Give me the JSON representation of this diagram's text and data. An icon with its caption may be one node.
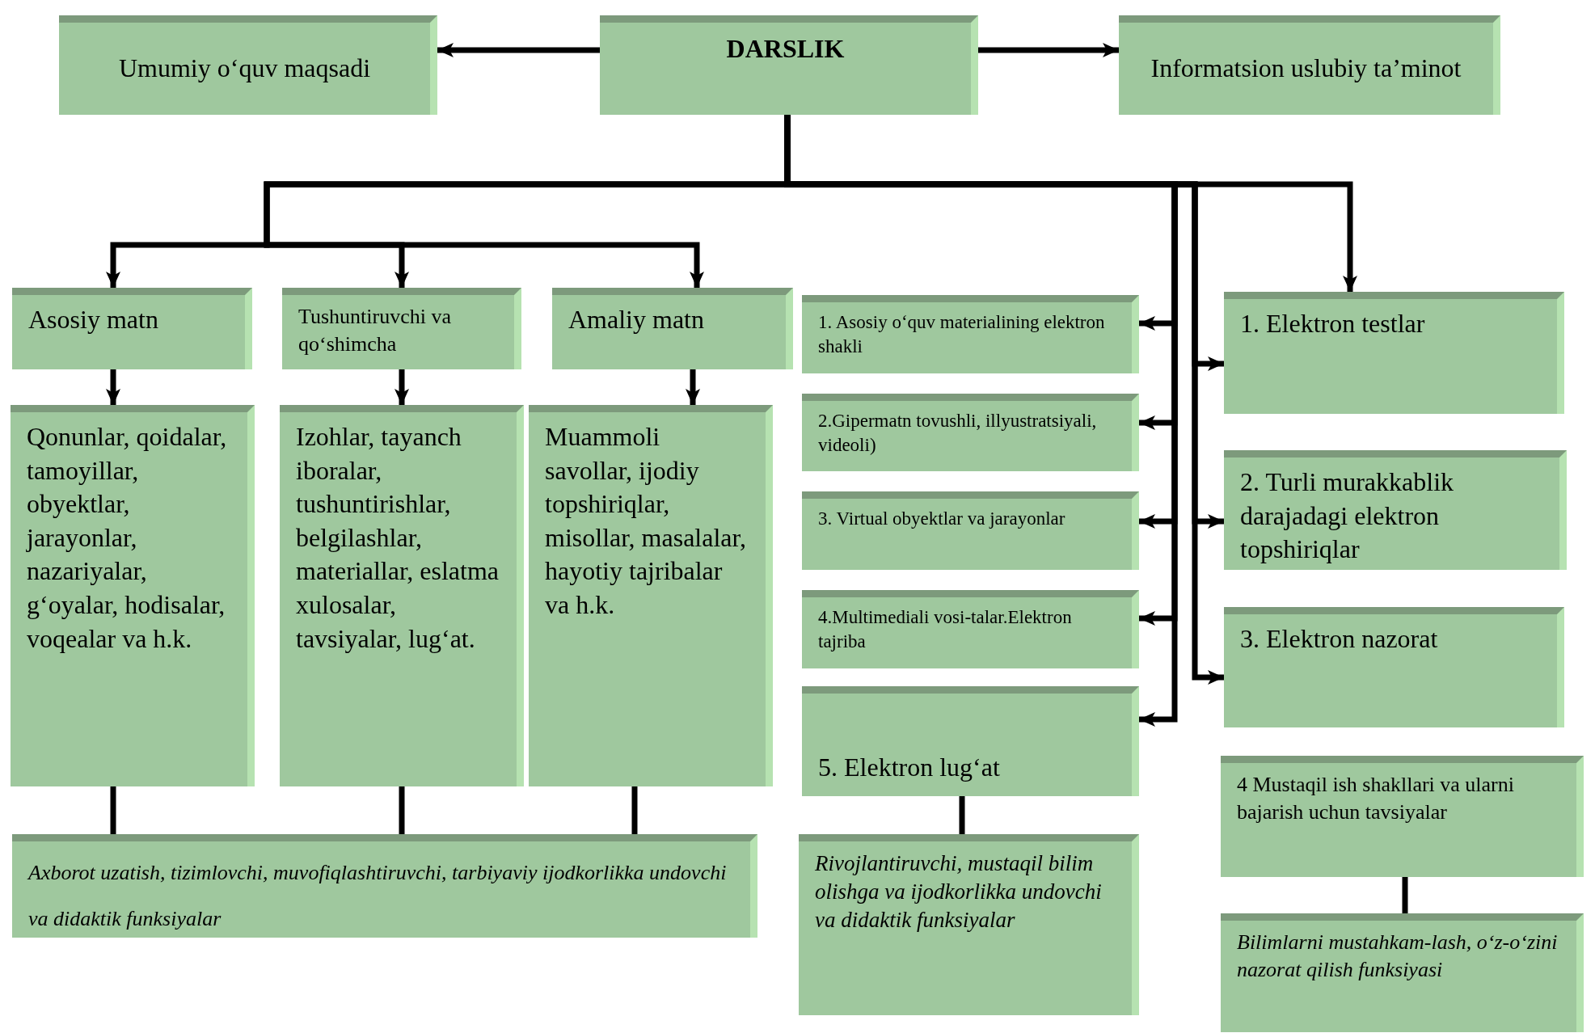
{
  "diagram": {
    "nodes": [
      {
        "text": [
          "Umumiy o‘quv maqsadi"
        ]
      },
      {
        "text": [
          "DARSLIK"
        ]
      },
      {
        "text": [
          "Informatsion  uslubiy ta’minot"
        ]
      },
      {
        "text": [
          "Asosiy matn"
        ]
      },
      {
        "text": [
          "Tushuntiruvchi va qo‘shimcha"
        ]
      },
      {
        "text": [
          "Amaliy matn"
        ]
      },
      {
        "text": [
          "Qonunlar, qoidalar, tamoyillar, obyektlar, jarayonlar, nazariyalar, g‘oyalar, hodisalar, voqealar va h.k."
        ]
      },
      {
        "text": [
          "Izohlar, tayanch iboralar, tushuntirishlar, belgilashlar, materiallar, eslatma xulosalar, tavsiyalar, lug‘at."
        ]
      },
      {
        "text": [
          "Muammoli savollar, ijodiy topshiriqlar, misollar, masalalar, hayotiy tajribalar va h.k."
        ]
      },
      {
        "text": [
          "Axborot uzatish, tizimlovchi, muvofiqlashtiruvchi, tarbiyaviy ijodkorlikka undovchi va didaktik funksiyalar"
        ]
      },
      {
        "text": [
          "1. Asosiy o‘quv materialining elektron shakli"
        ]
      },
      {
        "text": [
          "2.Gipermatn tovushli, illyustratsiyali,  videoli)"
        ]
      },
      {
        "text": [
          "3. Virtual obyektlar va jarayonlar"
        ]
      },
      {
        "text": [
          "4.Multimediali vosi-talar.Elektron tajriba"
        ]
      },
      {
        "text": [
          "5. Elektron lug‘at"
        ]
      },
      {
        "text": [
          "Rivojlantiruvchi, mustaqil bilim olishga va ijodkorlikka undovchi va didaktik funksiyalar"
        ]
      },
      {
        "text": [
          "1. Elektron testlar"
        ]
      },
      {
        "text": [
          "2. Turli murakkablik darajadagi elektron topshiriqlar"
        ]
      },
      {
        "text": [
          "3. Elektron nazorat"
        ]
      },
      {
        "text": [
          "4 Mustaqil ish shakllari va ularni bajarish uchun tavsiyalar"
        ]
      },
      {
        "text": [
          "Bilimlarni mustahkam-lash, o‘z-o‘zini nazorat qilish funksiyasi"
        ]
      }
    ],
    "edges": [
      {
        "from": 1,
        "to": 0,
        "arrow": "to"
      },
      {
        "from": 1,
        "to": 2,
        "arrow": "to"
      },
      {
        "from": 1,
        "to": 3,
        "arrow": "to"
      },
      {
        "from": 1,
        "to": 4,
        "arrow": "to"
      },
      {
        "from": 1,
        "to": 5,
        "arrow": "to"
      },
      {
        "from": 3,
        "to": 6,
        "arrow": "to"
      },
      {
        "from": 4,
        "to": 7,
        "arrow": "to"
      },
      {
        "from": 5,
        "to": 8,
        "arrow": "to"
      },
      {
        "from": 6,
        "to": 9,
        "arrow": "none"
      },
      {
        "from": 7,
        "to": 9,
        "arrow": "none"
      },
      {
        "from": 8,
        "to": 9,
        "arrow": "none"
      },
      {
        "from": 1,
        "to": 10,
        "arrow": "to"
      },
      {
        "from": 1,
        "to": 11,
        "arrow": "to"
      },
      {
        "from": 1,
        "to": 12,
        "arrow": "to"
      },
      {
        "from": 1,
        "to": 13,
        "arrow": "to"
      },
      {
        "from": 1,
        "to": 14,
        "arrow": "to"
      },
      {
        "from": 1,
        "to": 16,
        "arrow": "to"
      },
      {
        "from": 1,
        "to": 16,
        "arrow": "to"
      },
      {
        "from": 1,
        "to": 17,
        "arrow": "to"
      },
      {
        "from": 1,
        "to": 18,
        "arrow": "to"
      },
      {
        "from": 14,
        "to": 15,
        "arrow": "none"
      },
      {
        "from": 19,
        "to": 20,
        "arrow": "none"
      }
    ]
  }
}
